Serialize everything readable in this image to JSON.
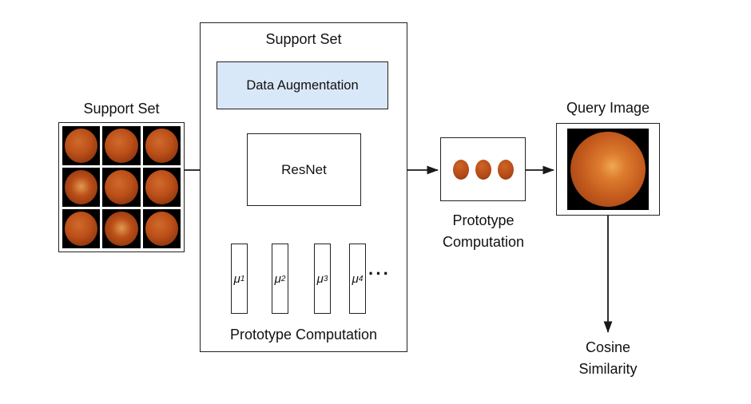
{
  "left_panel": {
    "title": "Support Set"
  },
  "pipeline": {
    "title": "Support Set",
    "augmentation_label": "Data Augmentation",
    "resnet_label": "ResNet",
    "prototype_vectors": [
      {
        "symbol": "μ",
        "subscript": "1"
      },
      {
        "symbol": "μ",
        "subscript": "2"
      },
      {
        "symbol": "μ",
        "subscript": "3"
      },
      {
        "symbol": "μ",
        "subscript": "4"
      }
    ],
    "ellipsis": "···",
    "caption": "Prototype Computation"
  },
  "prototype_output": {
    "label_line1": "Prototype",
    "label_line2": "Computation"
  },
  "query_panel": {
    "title": "Query Image"
  },
  "result": {
    "label_line1": "Cosine",
    "label_line2": "Similarity"
  },
  "colors": {
    "augmentation_fill": "#d9e8f8",
    "prototype_dot": "#b34a17",
    "fundus_light": "#d06a2c",
    "fundus_mid": "#bb4f18",
    "fundus_dark": "#7c2b0c",
    "arrow": "#1a1a1a"
  }
}
